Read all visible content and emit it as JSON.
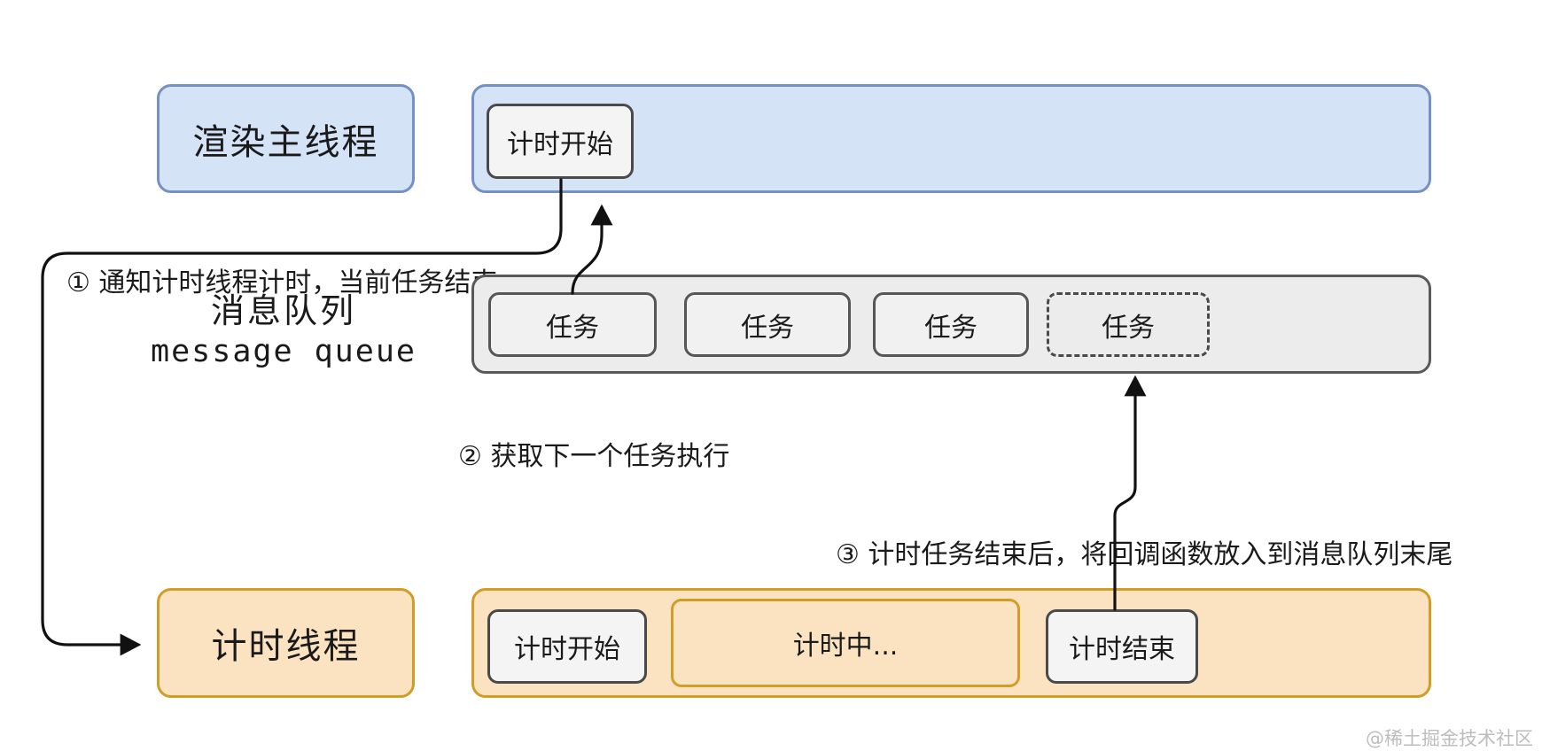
{
  "diagram": {
    "render_thread": {
      "label": "渲染主线程"
    },
    "timer_thread": {
      "label": "计时线程"
    },
    "main_lane": {
      "timing_start_label": "计时开始"
    },
    "message_queue": {
      "label_cn": "消息队列",
      "label_en": "message queue",
      "tasks": [
        {
          "label": "任务",
          "style": "solid"
        },
        {
          "label": "任务",
          "style": "solid"
        },
        {
          "label": "任务",
          "style": "solid"
        },
        {
          "label": "任务",
          "style": "dashed"
        }
      ]
    },
    "timer_lane": {
      "steps": [
        {
          "label": "计时开始",
          "style": "gray"
        },
        {
          "label": "计时中...",
          "style": "orange"
        },
        {
          "label": "计时结束",
          "style": "gray"
        }
      ]
    },
    "annotations": {
      "step1": "① 通知计时线程计时，当前任务结束",
      "step2": "② 获取下一个任务执行",
      "step3": "③ 计时任务结束后，将回调函数放入到消息队列末尾"
    },
    "watermark": "@稀土掘金技术社区",
    "colors": {
      "blue_fill": "#d5e3f7",
      "blue_border": "#7590c4",
      "gray_fill": "#ececec",
      "gray_border": "#595959",
      "node_fill": "#f4f4f4",
      "node_border": "#4a4a4a",
      "orange_fill": "#fbe3c2",
      "orange_border": "#d19d26",
      "arrow_line": "#111111"
    }
  }
}
